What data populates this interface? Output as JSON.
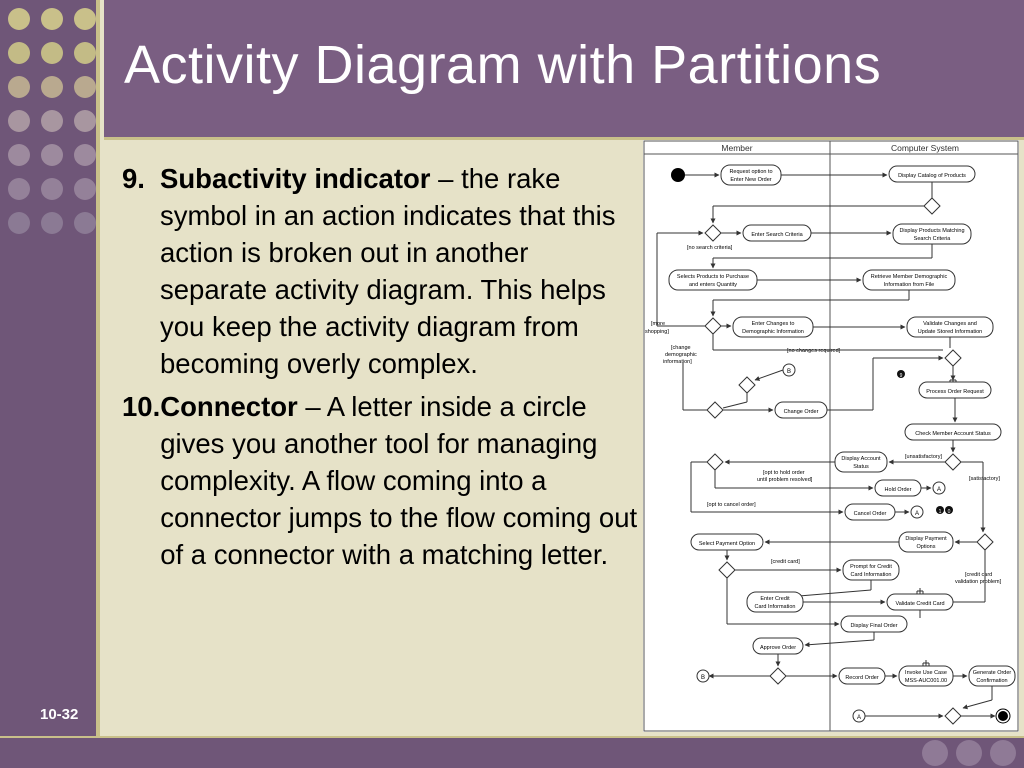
{
  "slide": {
    "title": "Activity Diagram with Partitions",
    "number": "10-32",
    "colors": {
      "sidebar": "#6f5678",
      "title_bar": "#7a5e82",
      "content": "#e6e2c8",
      "accent": "#c9c08a"
    }
  },
  "items": [
    {
      "number": "9.",
      "term": "Subactivity indicator",
      "separator": " – ",
      "line1_rest": "the",
      "rest": "rake symbol in an action indicates that this action is broken out in another separate activity diagram. This helps you keep the activity diagram from becoming overly complex."
    },
    {
      "number": "10.",
      "term": "Connector",
      "separator": " – ",
      "line1_rest": "A letter inside a",
      "rest": "circle gives you another tool for managing complexity. A flow coming into a connector jumps to the flow coming out of a connector with a matching letter."
    }
  ],
  "diagram": {
    "lanes": [
      "Member",
      "Computer System"
    ],
    "actions": {
      "request_option": [
        "Request option to",
        "Enter New Order"
      ],
      "display_catalog": [
        "Display Catalog of Products"
      ],
      "enter_search": [
        "Enter Search Criteria"
      ],
      "display_matching": [
        "Display Products Matching",
        "Search Criteria"
      ],
      "select_products": [
        "Selects Products to Purchase",
        "and enters Quantity"
      ],
      "retrieve_member": [
        "Retrieve Member Demographic",
        "Information from File"
      ],
      "enter_changes": [
        "Enter Changes to",
        "Demographic Information"
      ],
      "validate_changes": [
        "Validate Changes and",
        "Update Stored Information"
      ],
      "process_order": [
        "Process Order Request"
      ],
      "change_order": [
        "Change Order"
      ],
      "check_status": [
        "Check Member Account Status"
      ],
      "display_account": [
        "Display Account",
        "Status"
      ],
      "hold_order": [
        "Hold Order"
      ],
      "cancel_order": [
        "Cancel Order"
      ],
      "select_payment": [
        "Select Payment Option"
      ],
      "display_payment": [
        "Display Payment",
        "Options"
      ],
      "prompt_credit": [
        "Prompt for Credit",
        "Card Information"
      ],
      "enter_credit": [
        "Enter Credit",
        "Card Information"
      ],
      "validate_credit": [
        "Validate Credit Card"
      ],
      "display_final": [
        "Display Final Order"
      ],
      "approve_order": [
        "Approve Order"
      ],
      "record_order": [
        "Record Order"
      ],
      "invoke_use_case": [
        "Invoke Use Case",
        "MSS-AUC001.00"
      ],
      "generate_confirmation": [
        "Generate Order",
        "Confirmation"
      ]
    },
    "guards": {
      "no_search": "[no search criteria]",
      "more_shopping": [
        "[more",
        "shopping]"
      ],
      "change_demo": [
        "[change",
        "demographic",
        "information]"
      ],
      "no_changes": "[no changes required]",
      "unsatisfactory": "[unsatisfactory]",
      "satisfactory": "[satisfactory]",
      "opt_hold": [
        "[opt to hold order",
        "until problem resolved]"
      ],
      "opt_cancel": "[opt to cancel order]",
      "credit_card": "[credit card]",
      "credit_problem": [
        "[credit card",
        "validation problem]"
      ]
    },
    "connectors": {
      "a": "A",
      "b": "B"
    },
    "markers": {
      "nine": "9",
      "ten_a": "1",
      "ten_b": "0"
    }
  }
}
